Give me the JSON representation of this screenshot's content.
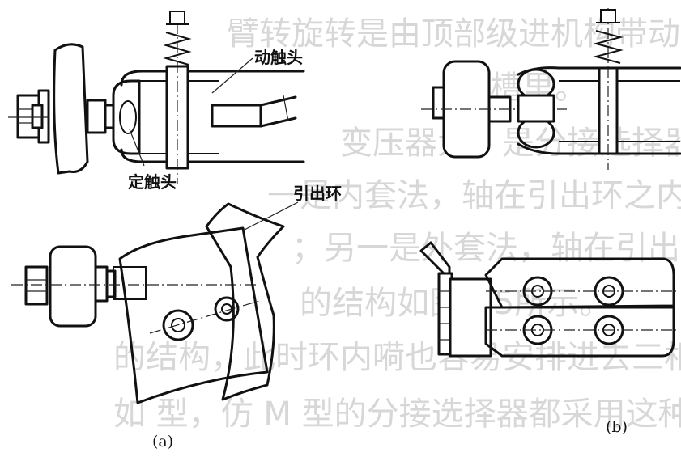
{
  "background_text": [
    "臂转旋转是由顶部级进机构带动，分接选择",
    "外槽里。",
    "变压器大，是分接选择器主要结构。",
    "一是内套法，轴在引出环之内，外上引线经",
    "；另一是外套法，轴在引出环之外，顶上引线",
    "的结构如图3-5所示。",
    "的结构，此时环内嗬也容易安排进去三相六种",
    "如 型，仿 M 型的分接选择器都采用这种结"
  ],
  "labels": {
    "moving_contact": "动触头",
    "fixed_contact": "定触头",
    "lead_ring": "引出环",
    "caption_a": "(a)",
    "caption_b": "(b)"
  }
}
